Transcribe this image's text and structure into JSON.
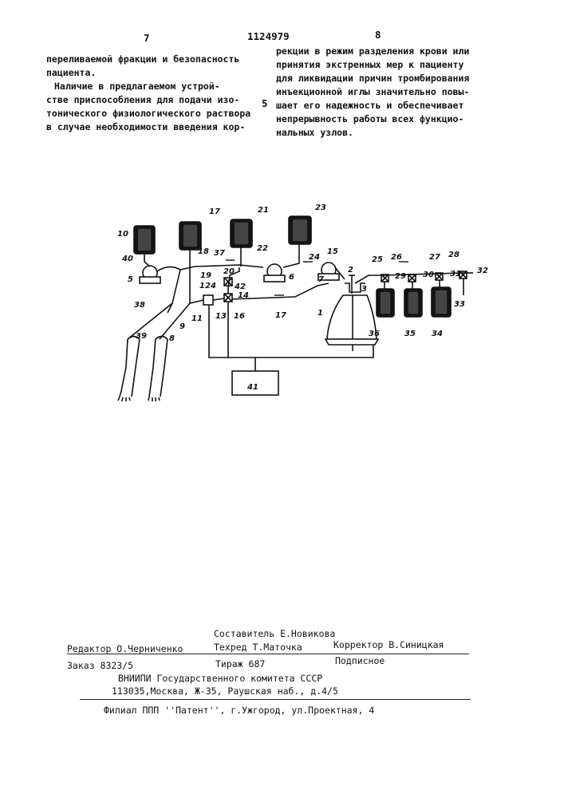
{
  "header": {
    "page_left": "7",
    "patent_number": "1124979",
    "page_right": "8"
  },
  "left_column": {
    "lines": [
      "переливаемой фракции и безопасность",
      "пациента.",
      "",
      "Наличие в предлагаемом устрой-",
      "стве приспособления для подачи изо-",
      "тонического физиологического раствора",
      "в случае необходимости введения кор-"
    ],
    "line_marker": "5"
  },
  "right_column": {
    "lines": [
      "рекции в режим разделения крови или",
      "принятия экстренных мер к пациенту",
      "для ликвидации причин тромбирования",
      "инъекционной иглы значительно повы-",
      "шает его надежность и обеспечивает",
      "непрерывность работы всех функцио-",
      "нальных узлов."
    ]
  },
  "diagram": {
    "labels": [
      "10",
      "17",
      "21",
      "23",
      "40",
      "37",
      "18",
      "22",
      "15",
      "2",
      "24",
      "5",
      "20",
      "42",
      "6",
      "7",
      "3",
      "19",
      "12",
      "4",
      "14",
      "25",
      "26",
      "27",
      "28",
      "29",
      "30",
      "31",
      "32",
      "33",
      "38",
      "11",
      "13",
      "16",
      "17",
      "9",
      "39",
      "8",
      "41",
      "1",
      "36",
      "35",
      "34"
    ]
  },
  "imprint": {
    "compiler": "Составитель Е.Новикова",
    "editor": "Редактор О.Черниченко",
    "techred": "Техред Т.Маточка",
    "corrector": "Корректор В.Синицкая",
    "order": "Заказ 8323/5",
    "circulation": "Тираж 687",
    "subscription": "Подписное",
    "institute": "ВНИИПИ Государственного комитета СССР",
    "address": "113035,Москва, Ж-35, Раушская наб., д.4/5",
    "branch": "Филиал ППП ''Патент'', г.Ужгород, ул.Проектная, 4"
  }
}
